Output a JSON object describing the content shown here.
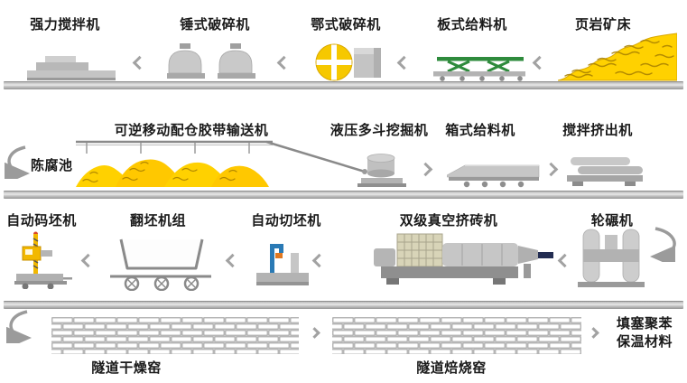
{
  "colors": {
    "yellow": "#F6C800",
    "pile_yellow": "#FFD100",
    "green": "#2E8B3C",
    "machine_gray": "#C0C0C0",
    "base_gray": "#8F8F8F",
    "arrow_gray": "#A2A2A2",
    "text": "#1A1A1A",
    "navy": "#232D52",
    "blue": "#2A7AB5",
    "orange": "#E07820",
    "wave_brown": "#A87F00",
    "brick_line": "#9F9F9F"
  },
  "row1": {
    "direction": "right-to-left",
    "mixer": "强力搅拌机",
    "hammer_crusher": "锤式破碎机",
    "jaw_crusher": "鄂式破碎机",
    "plate_feeder": "板式给料机",
    "shale_deposit": "页岩矿床"
  },
  "row2": {
    "direction": "left-to-right",
    "aging_pool": "陈腐池",
    "belt_conveyor": "可逆移动配仓胶带输送机",
    "excavator": "液压多斗挖掘机",
    "box_feeder": "箱式给料机",
    "mixing_extruder": "搅拌挤出机"
  },
  "row3": {
    "direction": "right-to-left",
    "stacker": "自动码坯机",
    "turner_unit": "翻坯机组",
    "cutter": "自动切坯机",
    "vacuum_brick_machine": "双级真空挤砖机",
    "wheel_mill": "轮碾机"
  },
  "row4": {
    "direction": "left-to-right",
    "drying_kiln": "隧道干燥窑",
    "baking_kiln": "隧道焙烧窑",
    "insulation_note": "填塞聚苯保温材料"
  },
  "process_sequence": [
    "页岩矿床",
    "板式给料机",
    "鄂式破碎机",
    "锤式破碎机",
    "强力搅拌机",
    "陈腐池",
    "可逆移动配仓胶带输送机",
    "液压多斗挖掘机",
    "箱式给料机",
    "搅拌挤出机",
    "轮碾机",
    "双级真空挤砖机",
    "自动切坯机",
    "翻坯机组",
    "自动码坯机",
    "隧道干燥窑",
    "隧道焙烧窑",
    "填塞聚苯保温材料"
  ]
}
